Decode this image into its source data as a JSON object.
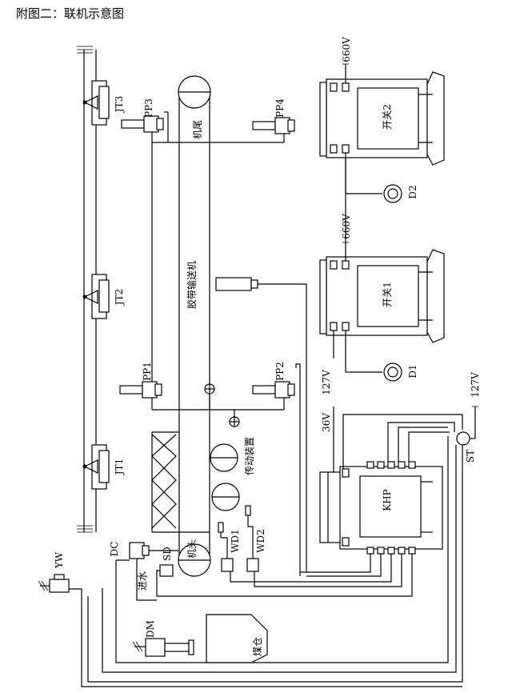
{
  "title": "附图二：联机示意图",
  "labels": {
    "jt1": "JT1",
    "jt2": "JT2",
    "jt3": "JT3",
    "pp1": "PP1",
    "pp2": "PP2",
    "pp3": "PP3",
    "pp4": "PP4",
    "jiwei": "机尾",
    "jitou": "机头",
    "conveyor": "胶带输送机",
    "drive": "传动装置",
    "switch1": "开关1",
    "switch2": "开关2",
    "d1": "D1",
    "d2": "D2",
    "v660a": "660V",
    "v660b": "660V",
    "v127a": "127V",
    "v36": "36V",
    "v127b": "127V",
    "st": "ST",
    "khp": "KHP",
    "wd1": "WD1",
    "wd2": "WD2",
    "dc": "DC",
    "sd": "SD",
    "jinshui": "进水",
    "yw": "YW",
    "dm": "DM",
    "meicang": "煤仓"
  }
}
